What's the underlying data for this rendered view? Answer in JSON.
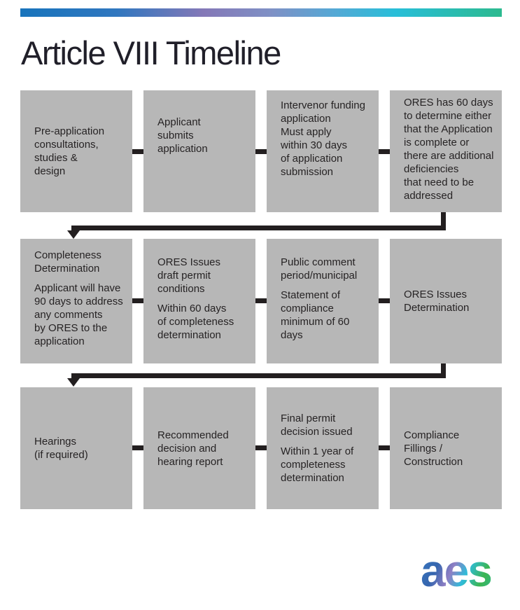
{
  "title": "Article VIII Timeline",
  "logo": {
    "text": "aes"
  },
  "colors": {
    "box_fill": "#b7b7b7",
    "text": "#262324",
    "connector": "#231f20",
    "accent_bar_gradient": [
      "#1874bc",
      "#8478b7",
      "#28bed8",
      "#2cba8f"
    ],
    "logo_gradient": [
      "#3a7cc4",
      "#8f7fc4",
      "#2fbcd9",
      "#3cb551",
      "#2eb992"
    ]
  },
  "flow": {
    "rows": [
      {
        "boxes": [
          {
            "p1": "Pre-application\nconsultations,\nstudies &\ndesign"
          },
          {
            "p1": "Applicant\nsubmits\napplication"
          },
          {
            "p1": "Intervenor funding\napplication\nMust apply\nwithin 30 days\nof application\nsubmission"
          },
          {
            "p1": "ORES has 60 days\nto determine either\nthat the Application\nis complete or\nthere are additional\ndeficiencies\nthat need to be\naddressed"
          }
        ]
      },
      {
        "boxes": [
          {
            "p1": "Completeness\nDetermination",
            "p2": "Applicant will have\n90 days to address\nany comments\nby ORES to the\napplication"
          },
          {
            "p1": "ORES Issues\ndraft permit\nconditions",
            "p2": "Within 60 days\nof completeness\ndetermination"
          },
          {
            "p1": "Public comment\nperiod/municipal",
            "p2": "Statement of\ncompliance\nminimum of 60\ndays"
          },
          {
            "p1": "ORES Issues\nDetermination"
          }
        ]
      },
      {
        "boxes": [
          {
            "p1": "Hearings\n(if required)"
          },
          {
            "p1": "Recommended\ndecision and\nhearing report"
          },
          {
            "p1": "Final permit\ndecision issued",
            "p2": "Within 1 year of\ncompleteness\ndetermination"
          },
          {
            "p1": "Compliance\nFillings /\nConstruction"
          }
        ]
      }
    ]
  }
}
